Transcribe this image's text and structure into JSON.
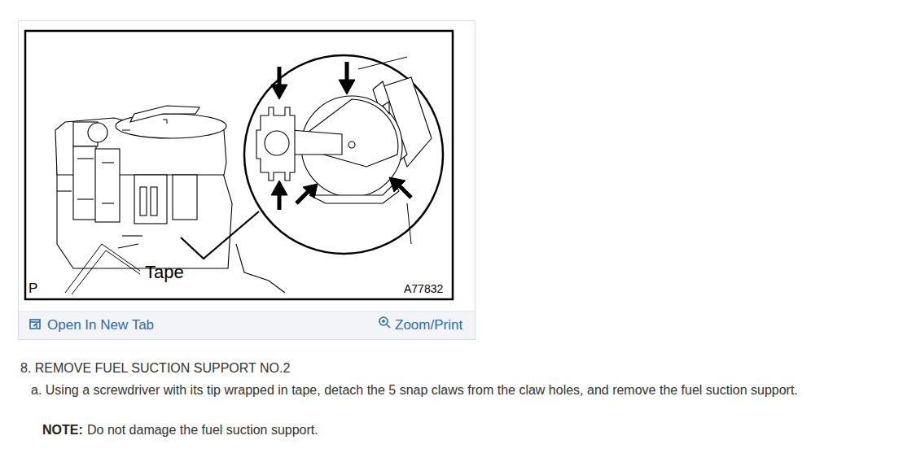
{
  "diagram": {
    "labels": [
      "Tape",
      "P",
      "A77832",
      "Open In New Tab",
      "Zoom/Print",
      "8. REMOVE FUEL SUCTION SUPPORT NO.2",
      "a. Using a screwdriver with its tip wrapped in tape, detach the 5 snap claws from the claw holes, and remove the fuel suction support.",
      "NOTE:",
      "Do not damage the fuel suction support."
    ]
  }
}
